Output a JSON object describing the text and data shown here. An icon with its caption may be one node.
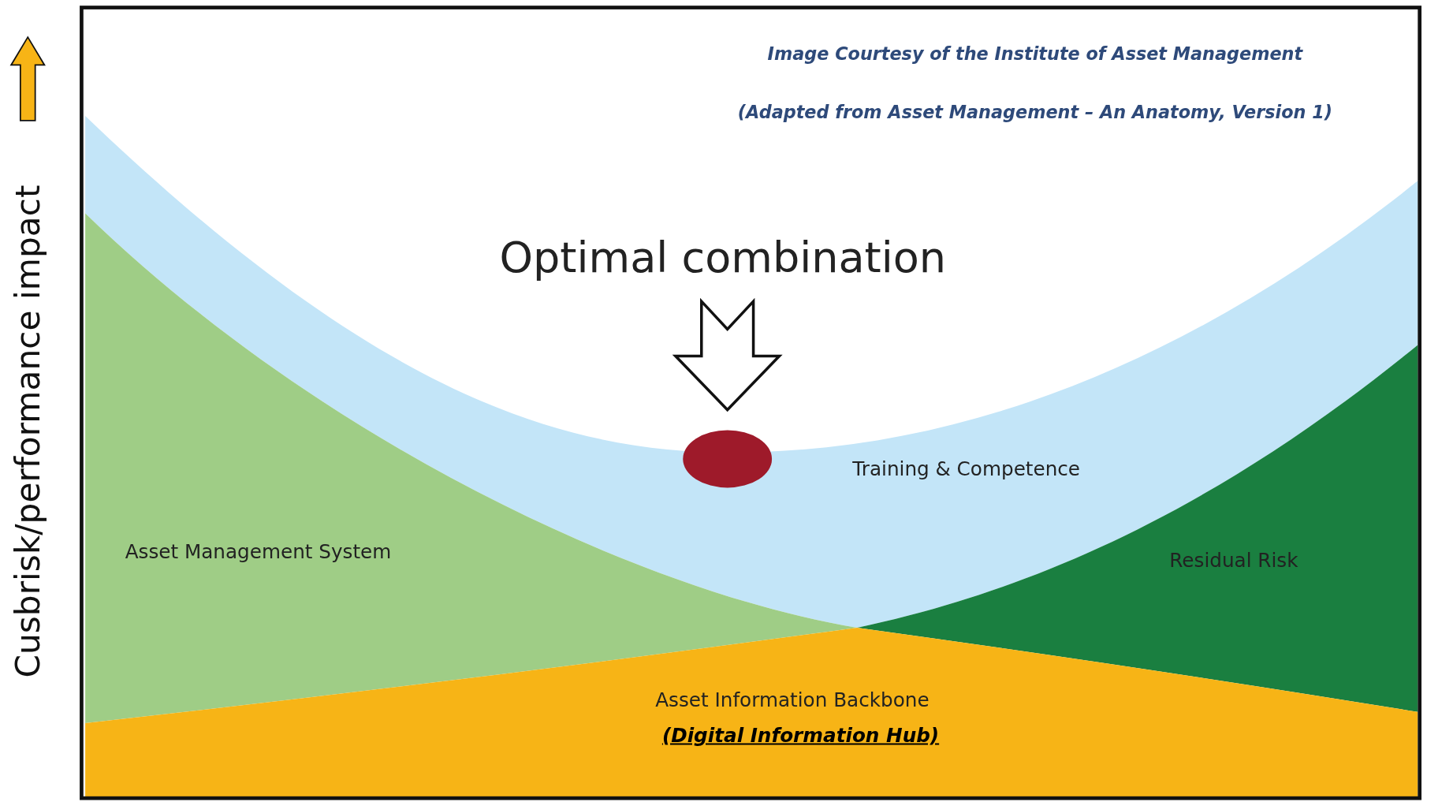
{
  "diagram": {
    "nodes": [
      {
        "text": [
          "Optimal combination"
        ]
      },
      {
        "text": [],
        "shape": "circle",
        "in": 2
      },
      {
        "text": [
          "Training & Competence"
        ]
      },
      {
        "text": [
          "Asset Management System"
        ]
      },
      {
        "text": [
          "Residual Risk"
        ]
      },
      {
        "text": [
          "Asset Information Backbone",
          "(Digital Information Hub)"
        ]
      }
    ],
    "edges": [
      {
        "from": 0,
        "to": 1,
        "arrow": "to"
      }
    ],
    "labels": [
      "Image Courtesy of the Institute of Asset Management",
      "(Adapted from Asset Management – An Anatomy, Version 1)",
      "Cusbrisk/performance impact"
    ]
  }
}
